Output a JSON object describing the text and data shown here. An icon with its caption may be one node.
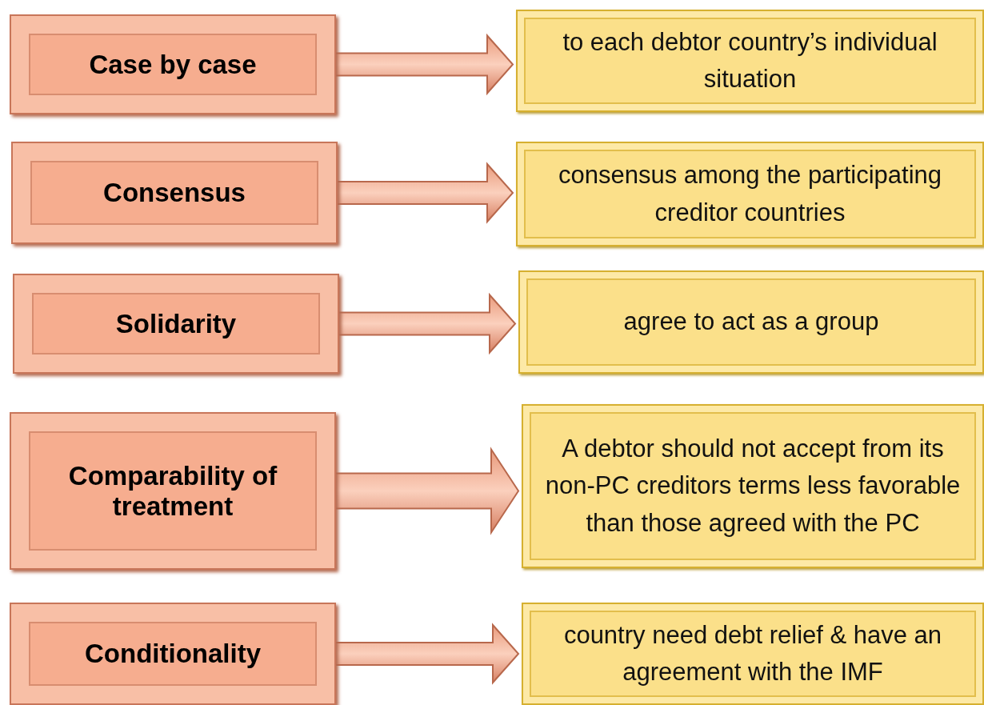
{
  "diagram": {
    "nodes": [
      {
        "text": [
          "Case by case"
        ]
      },
      {
        "text": [
          "to each debtor country’s individual situation"
        ]
      },
      {
        "text": [
          "Consensus"
        ]
      },
      {
        "text": [
          "consensus among the participating creditor countries"
        ]
      },
      {
        "text": [
          "Solidarity"
        ]
      },
      {
        "text": [
          "agree to act as a group"
        ]
      },
      {
        "text": [
          "Comparability of treatment"
        ]
      },
      {
        "text": [
          "A debtor should not accept from its non-PC creditors terms  less favorable than those agreed with the PC"
        ]
      },
      {
        "text": [
          "Conditionality"
        ]
      },
      {
        "text": [
          "country need debt relief & have an agreement with the IMF"
        ]
      }
    ],
    "edges": [
      {
        "from": 0,
        "to": 1,
        "arrow": "to"
      },
      {
        "from": 2,
        "to": 3,
        "arrow": "to"
      },
      {
        "from": 4,
        "to": 5,
        "arrow": "to"
      },
      {
        "from": 6,
        "to": 7,
        "arrow": "to"
      },
      {
        "from": 8,
        "to": 9,
        "arrow": "to"
      }
    ]
  }
}
